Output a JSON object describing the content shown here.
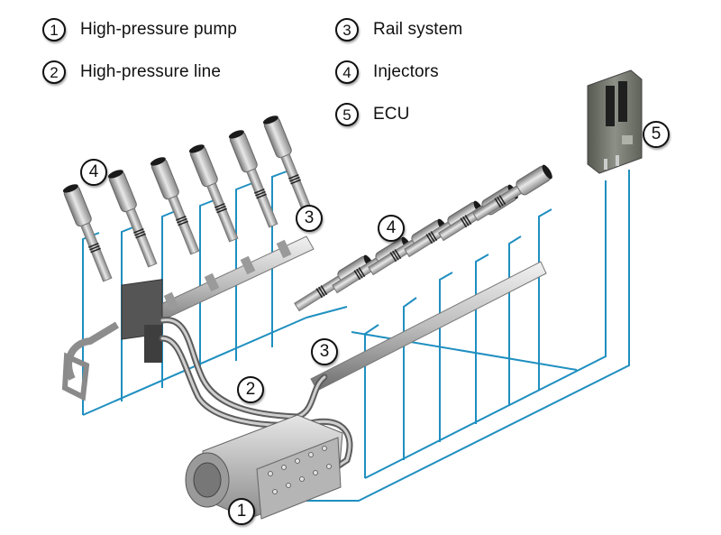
{
  "legend": [
    {
      "number": "1",
      "label": "High-pressure pump"
    },
    {
      "number": "2",
      "label": "High-pressure line"
    },
    {
      "number": "3",
      "label": "Rail system"
    },
    {
      "number": "4",
      "label": "Injectors"
    },
    {
      "number": "5",
      "label": "ECU"
    }
  ],
  "callouts": {
    "pump": "1",
    "line": "2",
    "rail_left": "3",
    "rail_right": "3",
    "injectors_left": "4",
    "injectors_right": "4",
    "ecu": "5"
  },
  "colors": {
    "wiring": "#1f8fc0",
    "metal_light": "#d9d9d9",
    "metal_dark": "#4a4a4a",
    "ecu_body": "#6d7268"
  }
}
